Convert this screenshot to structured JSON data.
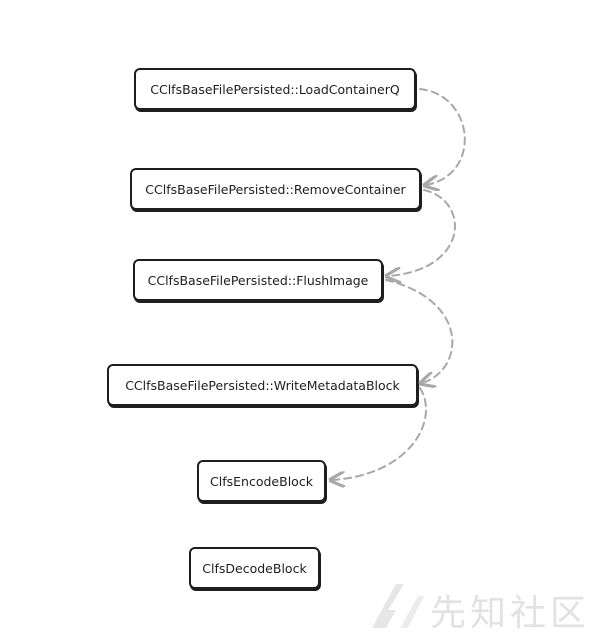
{
  "nodes": [
    {
      "label": "CClfsBaseFilePersisted::LoadContainerQ"
    },
    {
      "label": "CClfsBaseFilePersisted::RemoveContainer"
    },
    {
      "label": "CClfsBaseFilePersisted::FlushImage"
    },
    {
      "label": "CClfsBaseFilePersisted::WriteMetadataBlock"
    },
    {
      "label": "ClfsEncodeBlock"
    },
    {
      "label": "ClfsDecodeBlock"
    }
  ],
  "edges": [
    {
      "from": "CClfsBaseFilePersisted::LoadContainerQ",
      "to": "CClfsBaseFilePersisted::RemoveContainer",
      "style": "dashed"
    },
    {
      "from": "CClfsBaseFilePersisted::RemoveContainer",
      "to": "CClfsBaseFilePersisted::FlushImage",
      "style": "dashed"
    },
    {
      "from": "CClfsBaseFilePersisted::FlushImage",
      "to": "CClfsBaseFilePersisted::WriteMetadataBlock",
      "style": "dashed"
    },
    {
      "from": "CClfsBaseFilePersisted::WriteMetadataBlock",
      "to": "ClfsEncodeBlock",
      "style": "dashed"
    }
  ],
  "colors": {
    "node_border": "#1e1e1e",
    "edge": "#a8a8a8",
    "watermark": "#e2e2e2"
  },
  "watermark": {
    "text": "先知社区"
  }
}
